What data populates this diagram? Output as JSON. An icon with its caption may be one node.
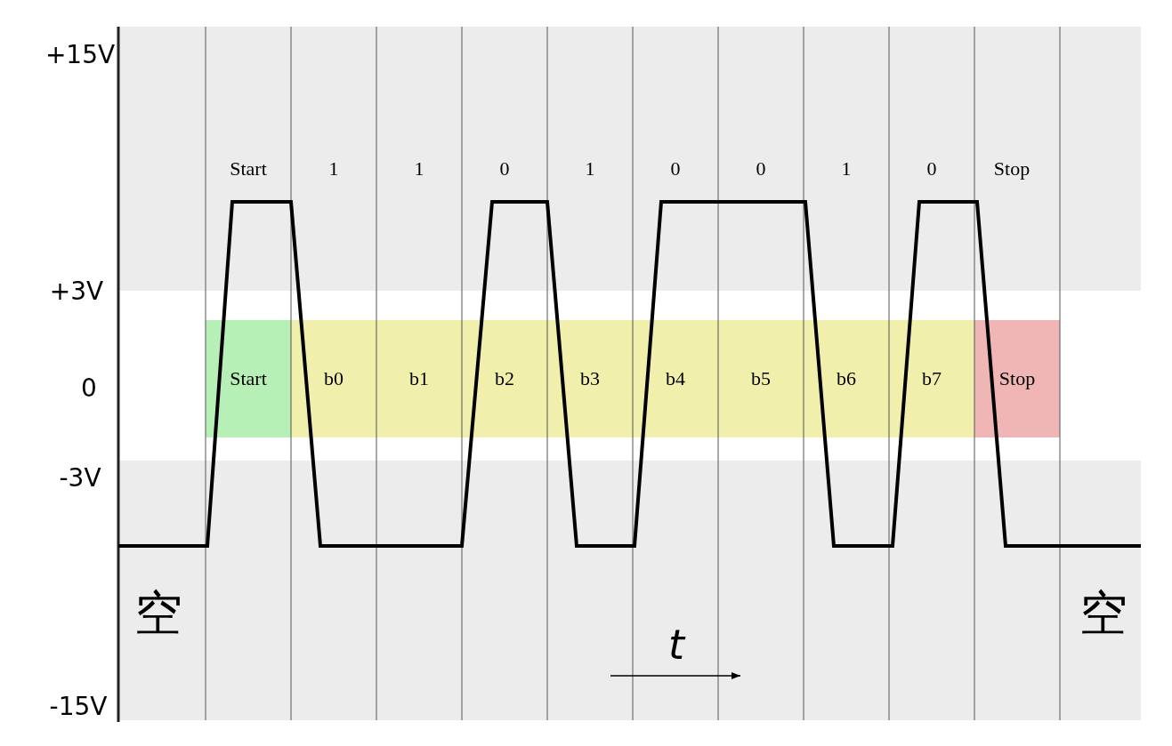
{
  "diagram": {
    "nodes": [
      {
        "text": [
          "Start"
        ]
      },
      {
        "text": [
          "b0"
        ]
      },
      {
        "text": [
          "b1"
        ]
      },
      {
        "text": [
          "b2"
        ]
      },
      {
        "text": [
          "b3"
        ]
      },
      {
        "text": [
          "b4"
        ]
      },
      {
        "text": [
          "b5"
        ]
      },
      {
        "text": [
          "b6"
        ]
      },
      {
        "text": [
          "b7"
        ]
      },
      {
        "text": [
          "Stop"
        ]
      }
    ],
    "edges": [],
    "labels": [
      "+15V",
      "Start",
      "1",
      "1",
      "0",
      "1",
      "0",
      "0",
      "1",
      "0",
      "Stop",
      "+3V",
      "0",
      "-3V",
      "空",
      "空",
      "t",
      "-15V"
    ]
  }
}
